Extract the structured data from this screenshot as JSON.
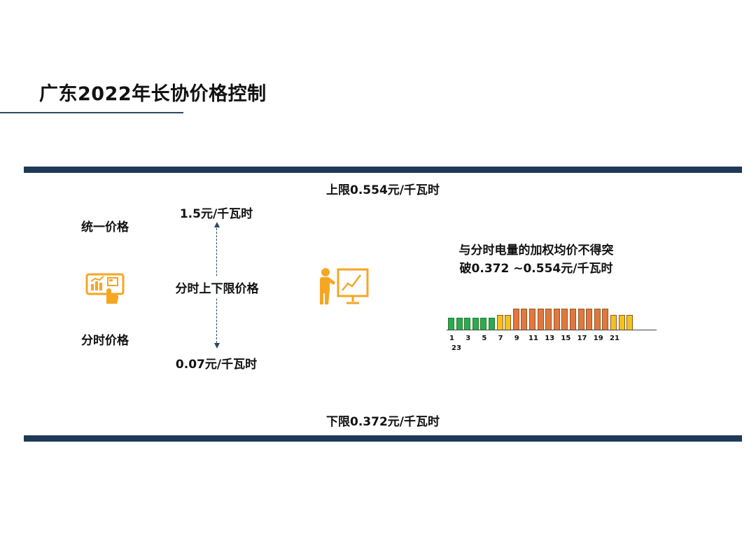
{
  "title": "广东2022年长协价格控制",
  "upper_limit": "上限0.554元/千瓦时",
  "lower_limit": "下限0.372元/千瓦时",
  "left_labels": {
    "unified": "统一价格",
    "tou": "分时价格"
  },
  "range": {
    "top": "1.5元/千瓦时",
    "middle": "分时上下限价格",
    "bottom": "0.07元/千瓦时"
  },
  "description": {
    "line1": "与分时电量的加权均价不得突",
    "line2": "破0.372 ~0.554元/千瓦时"
  },
  "icons": {
    "left": "tablet-touch-chart-icon",
    "middle": "presenter-chart-icon"
  },
  "colors": {
    "bar": "#1f3a57",
    "green": "#2daa4c",
    "yellow": "#f5c21b",
    "orange": "#e2773f",
    "icon": "#f5a623"
  },
  "chart_data": {
    "type": "bar",
    "categories": [
      "1",
      "2",
      "3",
      "4",
      "5",
      "6",
      "7",
      "8",
      "9",
      "10",
      "11",
      "12",
      "13",
      "14",
      "15",
      "16",
      "17",
      "18",
      "19",
      "20",
      "21",
      "22",
      "23"
    ],
    "levels": [
      "low",
      "low",
      "low",
      "low",
      "low",
      "low",
      "mid",
      "mid",
      "high",
      "high",
      "high",
      "high",
      "high",
      "high",
      "high",
      "high",
      "high",
      "high",
      "high",
      "high",
      "mid",
      "mid",
      "mid"
    ],
    "values": [
      2,
      2,
      2,
      2,
      2,
      2,
      2.5,
      2.5,
      3.5,
      3.5,
      3.5,
      3.5,
      3.5,
      3.5,
      3.5,
      3.5,
      3.5,
      3.5,
      3.5,
      3.5,
      2.5,
      2.5,
      2.5
    ],
    "tick_labels": [
      "1",
      "3",
      "5",
      "7",
      "9",
      "11",
      "13",
      "15",
      "17",
      "19",
      "21",
      "23"
    ]
  }
}
